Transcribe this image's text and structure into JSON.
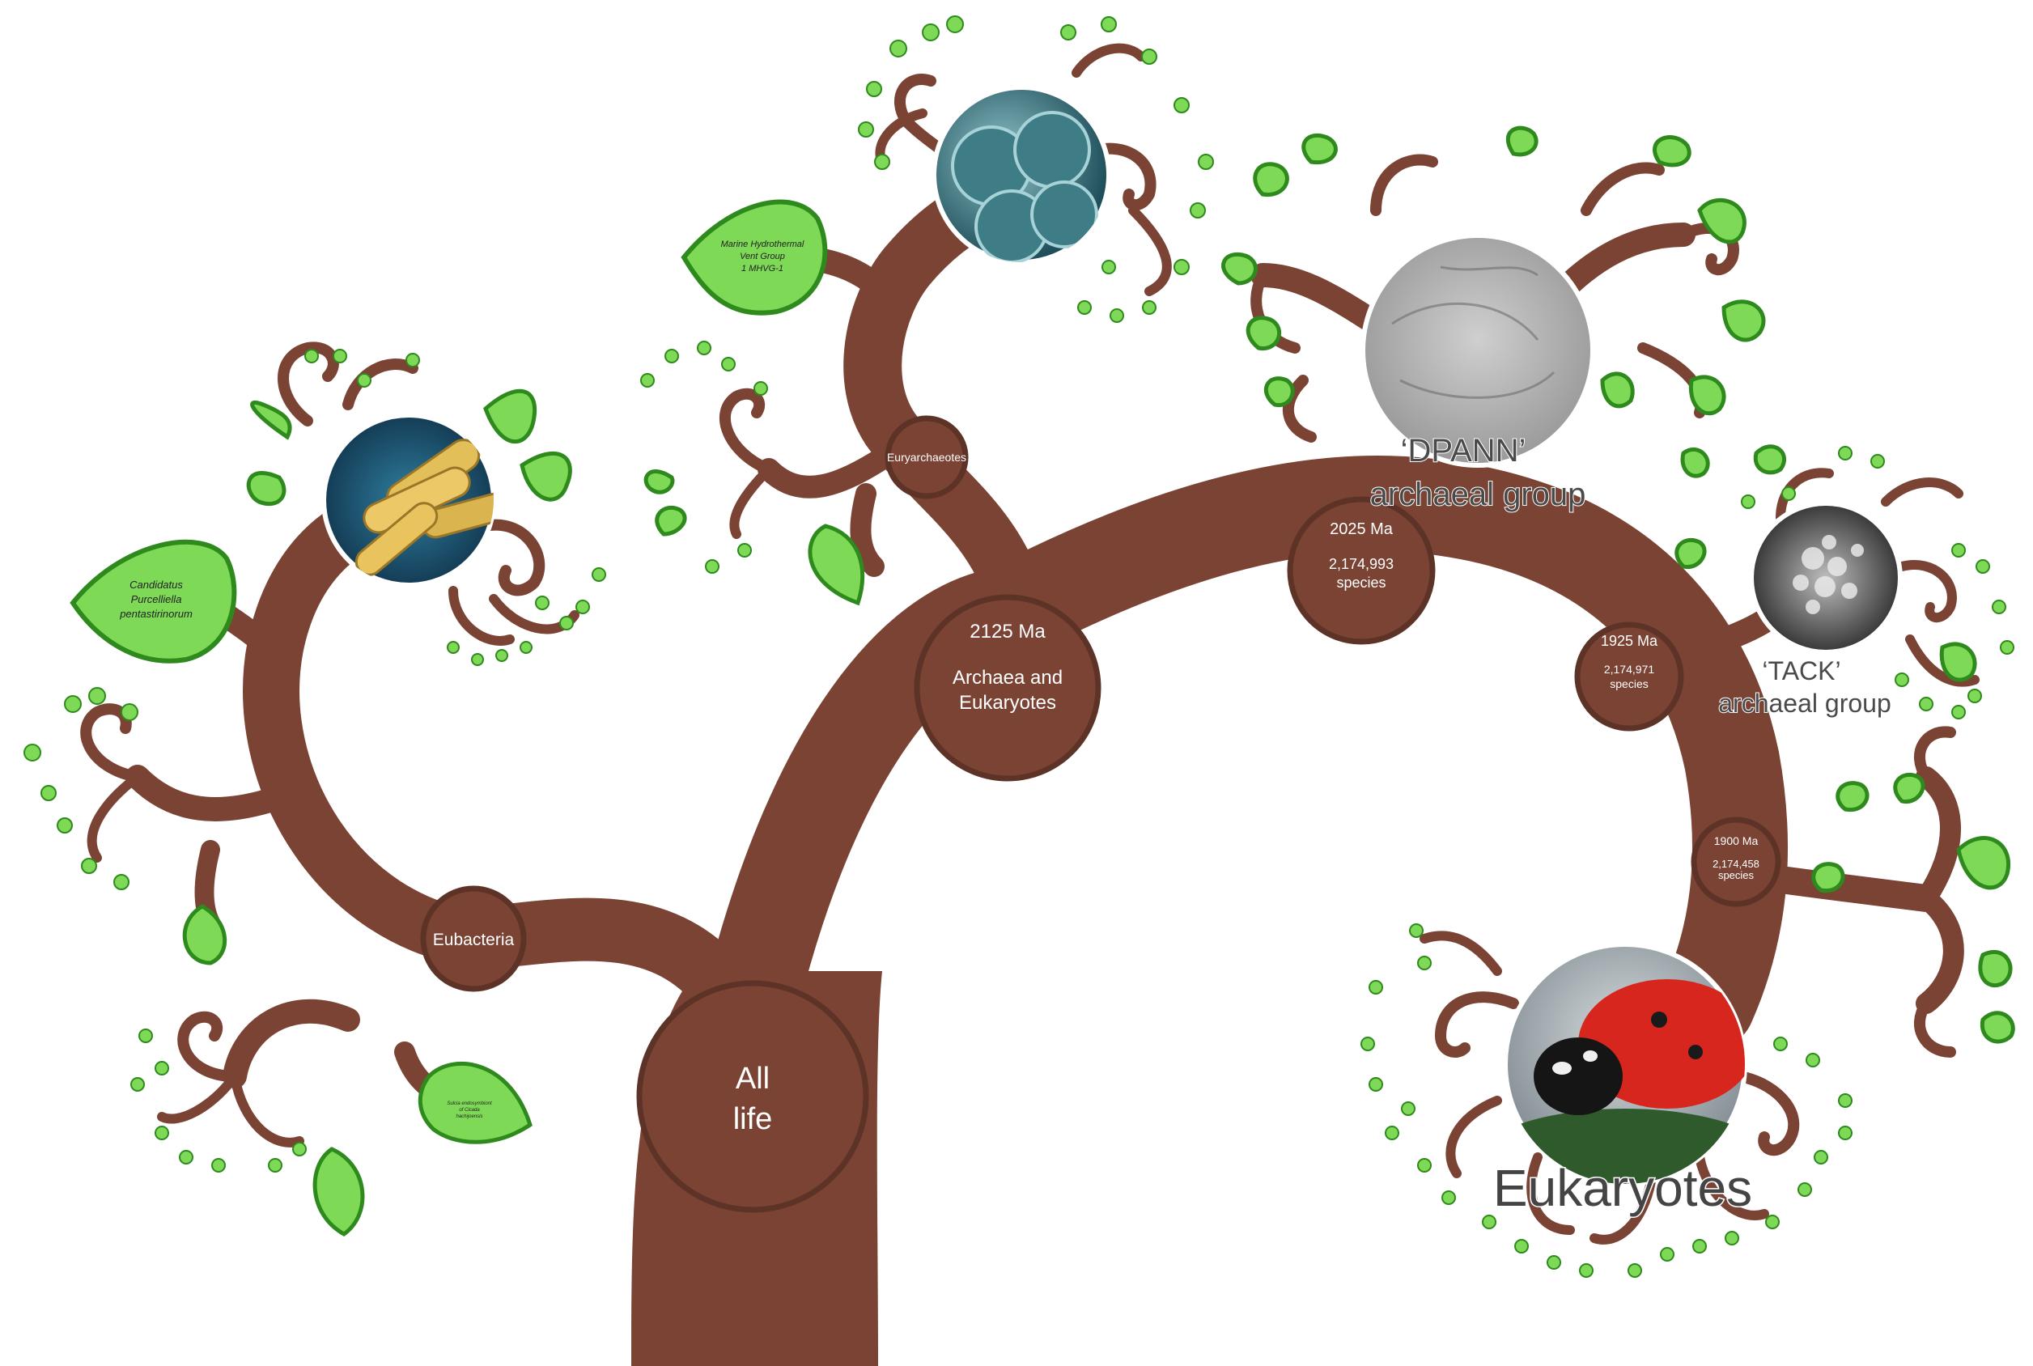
{
  "nodes": {
    "root": {
      "title": "All life"
    },
    "eubacteria": {
      "label": "Eubacteria"
    },
    "archaea_eukaryotes": {
      "age": "2125 Ma",
      "label": "Archaea and Eukaryotes"
    },
    "euryarchaeotes": {
      "label": "Euryarchaeotes"
    },
    "node_2025": {
      "age": "2025 Ma",
      "species": "2,174,993",
      "unit": "species"
    },
    "node_1925": {
      "age": "1925 Ma",
      "species": "2,174,971",
      "unit": "species"
    },
    "node_1900": {
      "age": "1900 Ma",
      "species": "2,174,458",
      "unit": "species"
    }
  },
  "leaf_labels": {
    "candidatus": [
      "Candidatus",
      "Purcelliella",
      "pentastirinorum"
    ],
    "mhvg": [
      "Marine Hydrothermal",
      "Vent Group",
      "1 MHVG-1"
    ],
    "endosymbiont": [
      "Sulcia endosymbiont",
      "of Cicada",
      "hachijoensis"
    ]
  },
  "group_labels": {
    "dpann": [
      "‘DPANN’",
      "archaeal group"
    ],
    "tack": [
      "‘TACK’",
      "archaeal group"
    ],
    "eukaryotes": "Eukaryotes"
  },
  "colors": {
    "branch": "#7a4334",
    "leaf_fill": "#7ed957",
    "leaf_stroke": "#2f8a1e",
    "node_ring": "#5e3327"
  }
}
